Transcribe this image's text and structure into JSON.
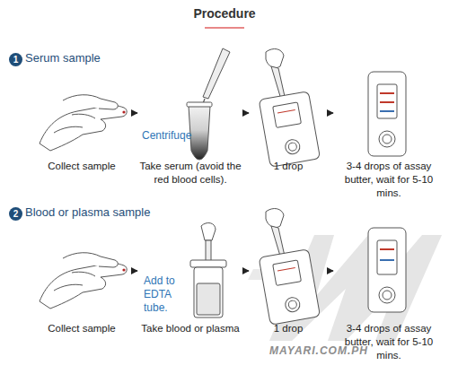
{
  "diagram": {
    "title": "Procedure",
    "nodes": [
      {
        "text": [
          "Collect sample"
        ]
      },
      {
        "text": [
          "Take serum (avoid the red blood cells)."
        ]
      },
      {
        "text": [
          "1 drop"
        ]
      },
      {
        "text": [
          "3-4 drops of assay butter, wait for 5-10 mins."
        ]
      },
      {
        "text": [
          "Collect sample"
        ]
      },
      {
        "text": [
          "Take blood or plasma"
        ]
      },
      {
        "text": [
          "1 drop"
        ]
      },
      {
        "text": [
          "3-4 drops of assay butter, wait for 5-10 mins."
        ]
      }
    ],
    "edges": [
      {
        "from": 0,
        "to": 1,
        "arrow": "to"
      },
      {
        "from": 1,
        "to": 2,
        "arrow": "to"
      },
      {
        "from": 2,
        "to": 3,
        "arrow": "to"
      },
      {
        "from": 4,
        "to": 5,
        "arrow": "to"
      },
      {
        "from": 5,
        "to": 6,
        "arrow": "to"
      },
      {
        "from": 6,
        "to": 7,
        "arrow": "to"
      }
    ],
    "labels": [
      "1",
      "Serum sample",
      "Centrifuqe",
      "2",
      "Blood or plasma sample",
      "Add to EDTA tube.",
      "MAYARI.COM.PH"
    ]
  }
}
